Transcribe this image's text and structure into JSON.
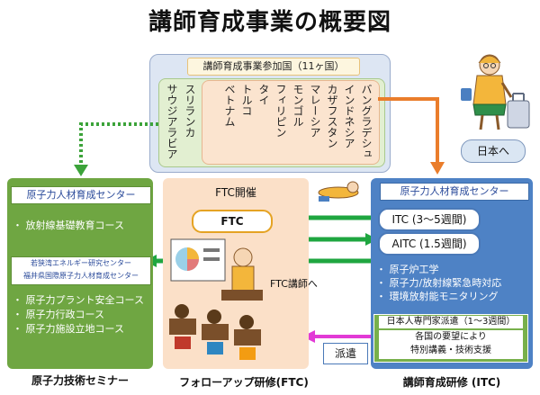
{
  "title": "講師育成事業の概要図",
  "participants": {
    "header": "講師育成事業参加国（11ヶ国）",
    "countries": [
      "バングラデシュ",
      "インドネシア",
      "カザフスタン",
      "マレーシア",
      "モンゴル",
      "フィリピン",
      "タイ",
      "トルコ",
      "ベトナム",
      "スリランカ",
      "サウジアラビア"
    ]
  },
  "japan_label": "日本へ",
  "left": {
    "center_label": "原子力人材育成センター",
    "course_1": "・ 放射線基礎教育コース",
    "sub_center_line1": "若狭湾エネルギー研究センター",
    "sub_center_line2": "福井県国際原子力人材育成センター",
    "courses": [
      "・ 原子力プラント安全コース",
      "・ 原子力行政コース",
      "・ 原子力施設立地コース"
    ],
    "caption": "原子力技術セミナー"
  },
  "middle": {
    "heading": "FTC開催",
    "ftc_label": "FTC",
    "lecturer_label": "FTC講師へ",
    "caption": "フォローアップ研修(FTC)"
  },
  "right": {
    "center_label": "原子力人材育成センター",
    "itc_label": "ITC (3～5週間)",
    "aitc_label": "AITC (1.5週間)",
    "topics": [
      "・ 原子炉工学",
      "・ 原子力/放射線緊急時対応",
      "・ 環境放射能モニタリング"
    ],
    "dispatch_header": "日本人専門家派遣（1～3週間）",
    "dispatch_line1": "各国の要望により",
    "dispatch_line2": "特別講義・技術支援",
    "dispatch_tag": "派遣",
    "caption": "講師育成研修 (ITC)"
  },
  "colors": {
    "green": "#6fa642",
    "blue": "#4e82c5",
    "peach": "#fbe0c8",
    "arrow_green": "#1fa640",
    "arrow_orange": "#ea7d2b",
    "arrow_magenta": "#e23ad6"
  }
}
